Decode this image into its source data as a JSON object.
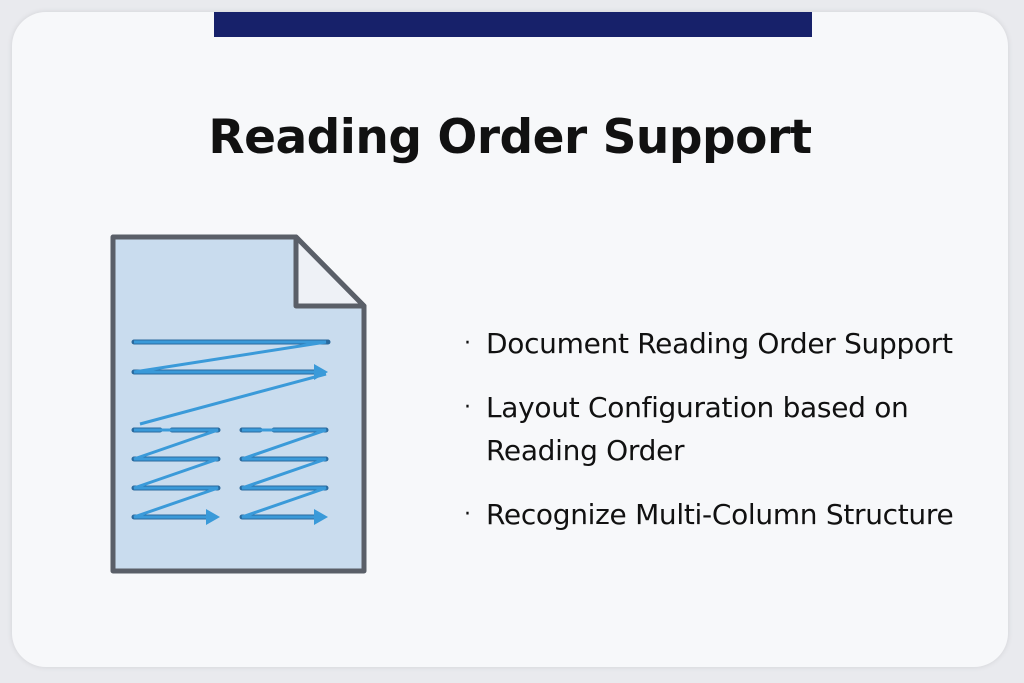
{
  "slide": {
    "title": "Reading Order Support",
    "bullets": [
      {
        "text": "Document Reading Order Support"
      },
      {
        "text": "Layout Configuration based on Reading Order"
      },
      {
        "text": "Recognize Multi-Column Structure"
      }
    ],
    "bullet_glyph": "·",
    "icon": "document-reading-order-icon"
  },
  "colors": {
    "accent_bar": "#17216a",
    "page_fill": "#c9dcee",
    "page_stroke": "#5a5f68",
    "text_line": "#2a6a9e",
    "arrow": "#3a9ad9"
  }
}
